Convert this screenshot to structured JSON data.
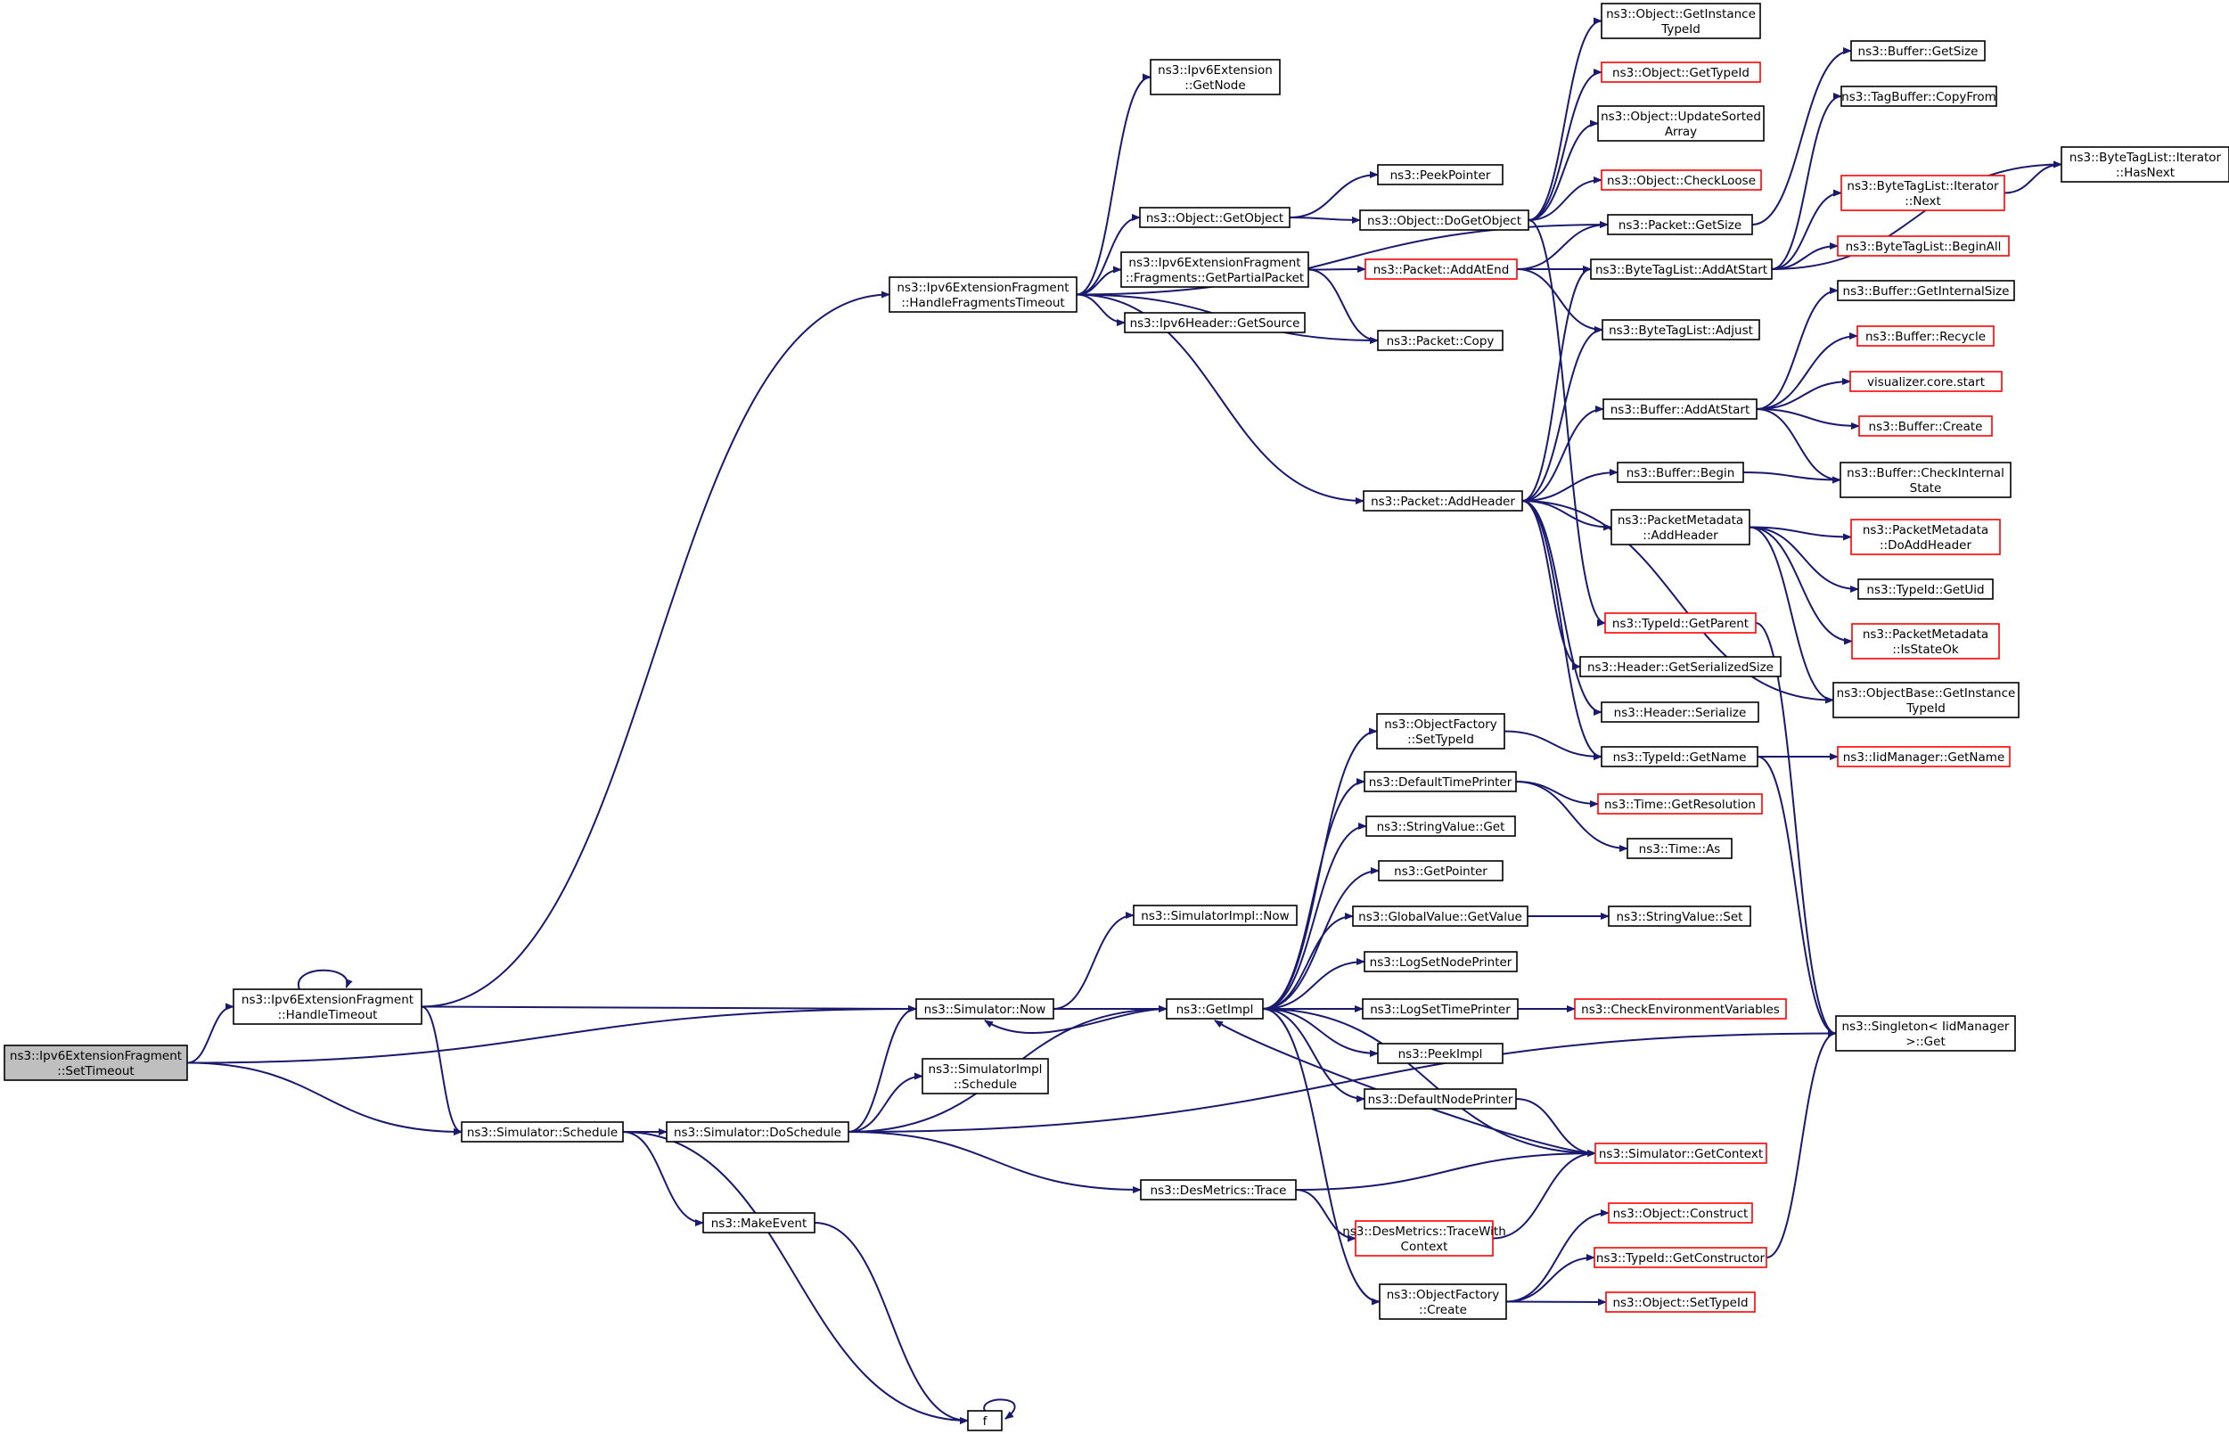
{
  "graph": {
    "nodes": [
      {
        "id": "root",
        "lines": [
          "ns3::Ipv6ExtensionFragment",
          "::SetTimeout"
        ],
        "style": "root"
      },
      {
        "id": "handleTimeout",
        "lines": [
          "ns3::Ipv6ExtensionFragment",
          "::HandleTimeout"
        ],
        "style": "normal"
      },
      {
        "id": "handleFragTimeout",
        "lines": [
          "ns3::Ipv6ExtensionFragment",
          "::HandleFragmentsTimeout"
        ],
        "style": "normal"
      },
      {
        "id": "extGetNode",
        "lines": [
          "ns3::Ipv6Extension",
          "::GetNode"
        ],
        "style": "normal"
      },
      {
        "id": "objGetObject",
        "lines": [
          "ns3::Object::GetObject"
        ],
        "style": "normal"
      },
      {
        "id": "peekPointer",
        "lines": [
          "ns3::PeekPointer"
        ],
        "style": "normal"
      },
      {
        "id": "doGetObject",
        "lines": [
          "ns3::Object::DoGetObject"
        ],
        "style": "normal"
      },
      {
        "id": "getInstanceTypeId",
        "lines": [
          "ns3::Object::GetInstance",
          "TypeId"
        ],
        "style": "normal"
      },
      {
        "id": "objGetTypeId",
        "lines": [
          "ns3::Object::GetTypeId"
        ],
        "style": "red"
      },
      {
        "id": "updateSorted",
        "lines": [
          "ns3::Object::UpdateSorted",
          "Array"
        ],
        "style": "normal"
      },
      {
        "id": "checkLoose",
        "lines": [
          "ns3::Object::CheckLoose"
        ],
        "style": "red"
      },
      {
        "id": "pktGetSize",
        "lines": [
          "ns3::Packet::GetSize"
        ],
        "style": "normal"
      },
      {
        "id": "bufGetSize",
        "lines": [
          "ns3::Buffer::GetSize"
        ],
        "style": "normal"
      },
      {
        "id": "tagCopyFrom",
        "lines": [
          "ns3::TagBuffer::CopyFrom"
        ],
        "style": "normal"
      },
      {
        "id": "btlIterHasNext",
        "lines": [
          "ns3::ByteTagList::Iterator",
          "::HasNext"
        ],
        "style": "normal"
      },
      {
        "id": "btlIterNext",
        "lines": [
          "ns3::ByteTagList::Iterator",
          "::Next"
        ],
        "style": "red"
      },
      {
        "id": "btlBeginAll",
        "lines": [
          "ns3::ByteTagList::BeginAll"
        ],
        "style": "red"
      },
      {
        "id": "getPartialPacket",
        "lines": [
          "ns3::Ipv6ExtensionFragment",
          "::Fragments::GetPartialPacket"
        ],
        "style": "normal"
      },
      {
        "id": "pktAddAtEnd",
        "lines": [
          "ns3::Packet::AddAtEnd"
        ],
        "style": "red"
      },
      {
        "id": "btlAddAtStart",
        "lines": [
          "ns3::ByteTagList::AddAtStart"
        ],
        "style": "normal"
      },
      {
        "id": "ipv6GetSource",
        "lines": [
          "ns3::Ipv6Header::GetSource"
        ],
        "style": "normal"
      },
      {
        "id": "pktCopy",
        "lines": [
          "ns3::Packet::Copy"
        ],
        "style": "normal"
      },
      {
        "id": "btlAdjust",
        "lines": [
          "ns3::ByteTagList::Adjust"
        ],
        "style": "normal"
      },
      {
        "id": "bufGetInternalSize",
        "lines": [
          "ns3::Buffer::GetInternalSize"
        ],
        "style": "normal"
      },
      {
        "id": "bufRecycle",
        "lines": [
          "ns3::Buffer::Recycle"
        ],
        "style": "red"
      },
      {
        "id": "vizStart",
        "lines": [
          "visualizer.core.start"
        ],
        "style": "red"
      },
      {
        "id": "bufAddAtStart",
        "lines": [
          "ns3::Buffer::AddAtStart"
        ],
        "style": "normal"
      },
      {
        "id": "bufCreate",
        "lines": [
          "ns3::Buffer::Create"
        ],
        "style": "red"
      },
      {
        "id": "bufBegin",
        "lines": [
          "ns3::Buffer::Begin"
        ],
        "style": "normal"
      },
      {
        "id": "bufCheckInternal",
        "lines": [
          "ns3::Buffer::CheckInternal",
          "State"
        ],
        "style": "normal"
      },
      {
        "id": "pktAddHeader",
        "lines": [
          "ns3::Packet::AddHeader"
        ],
        "style": "normal"
      },
      {
        "id": "pmAddHeader",
        "lines": [
          "ns3::PacketMetadata",
          "::AddHeader"
        ],
        "style": "normal"
      },
      {
        "id": "pmDoAddHeader",
        "lines": [
          "ns3::PacketMetadata",
          "::DoAddHeader"
        ],
        "style": "red"
      },
      {
        "id": "typeIdGetUid",
        "lines": [
          "ns3::TypeId::GetUid"
        ],
        "style": "normal"
      },
      {
        "id": "typeIdGetParent",
        "lines": [
          "ns3::TypeId::GetParent"
        ],
        "style": "red"
      },
      {
        "id": "pmIsStateOk",
        "lines": [
          "ns3::PacketMetadata",
          "::IsStateOk"
        ],
        "style": "red"
      },
      {
        "id": "hdrGetSerSize",
        "lines": [
          "ns3::Header::GetSerializedSize"
        ],
        "style": "normal"
      },
      {
        "id": "objBaseGetInstance",
        "lines": [
          "ns3::ObjectBase::GetInstance",
          "TypeId"
        ],
        "style": "normal"
      },
      {
        "id": "hdrSerialize",
        "lines": [
          "ns3::Header::Serialize"
        ],
        "style": "normal"
      },
      {
        "id": "ofSetTypeId",
        "lines": [
          "ns3::ObjectFactory",
          "::SetTypeId"
        ],
        "style": "normal"
      },
      {
        "id": "typeIdGetName",
        "lines": [
          "ns3::TypeId::GetName"
        ],
        "style": "normal"
      },
      {
        "id": "iidGetName",
        "lines": [
          "ns3::IidManager::GetName"
        ],
        "style": "red"
      },
      {
        "id": "defTimePrinter",
        "lines": [
          "ns3::DefaultTimePrinter"
        ],
        "style": "normal"
      },
      {
        "id": "timeGetRes",
        "lines": [
          "ns3::Time::GetResolution"
        ],
        "style": "red"
      },
      {
        "id": "strValGet",
        "lines": [
          "ns3::StringValue::Get"
        ],
        "style": "normal"
      },
      {
        "id": "timeAs",
        "lines": [
          "ns3::Time::As"
        ],
        "style": "normal"
      },
      {
        "id": "getPointer",
        "lines": [
          "ns3::GetPointer"
        ],
        "style": "normal"
      },
      {
        "id": "gvGetValue",
        "lines": [
          "ns3::GlobalValue::GetValue"
        ],
        "style": "normal"
      },
      {
        "id": "strValSet",
        "lines": [
          "ns3::StringValue::Set"
        ],
        "style": "normal"
      },
      {
        "id": "simImplNow",
        "lines": [
          "ns3::SimulatorImpl::Now"
        ],
        "style": "normal"
      },
      {
        "id": "logSetNodePrinter",
        "lines": [
          "ns3::LogSetNodePrinter"
        ],
        "style": "normal"
      },
      {
        "id": "simNow",
        "lines": [
          "ns3::Simulator::Now"
        ],
        "style": "normal"
      },
      {
        "id": "getImpl",
        "lines": [
          "ns3::GetImpl"
        ],
        "style": "normal"
      },
      {
        "id": "logSetTimePrinter",
        "lines": [
          "ns3::LogSetTimePrinter"
        ],
        "style": "normal"
      },
      {
        "id": "checkEnvVars",
        "lines": [
          "ns3::CheckEnvironmentVariables"
        ],
        "style": "red"
      },
      {
        "id": "singletonGet",
        "lines": [
          "ns3::Singleton< IidManager",
          ">::Get"
        ],
        "style": "normal"
      },
      {
        "id": "peekImpl",
        "lines": [
          "ns3::PeekImpl"
        ],
        "style": "normal"
      },
      {
        "id": "simImplSchedule",
        "lines": [
          "ns3::SimulatorImpl",
          "::Schedule"
        ],
        "style": "normal"
      },
      {
        "id": "defNodePrinter",
        "lines": [
          "ns3::DefaultNodePrinter"
        ],
        "style": "normal"
      },
      {
        "id": "simSchedule",
        "lines": [
          "ns3::Simulator::Schedule"
        ],
        "style": "normal"
      },
      {
        "id": "simDoSchedule",
        "lines": [
          "ns3::Simulator::DoSchedule"
        ],
        "style": "normal"
      },
      {
        "id": "simGetContext",
        "lines": [
          "ns3::Simulator::GetContext"
        ],
        "style": "red"
      },
      {
        "id": "desTrace",
        "lines": [
          "ns3::DesMetrics::Trace"
        ],
        "style": "normal"
      },
      {
        "id": "objConstruct",
        "lines": [
          "ns3::Object::Construct"
        ],
        "style": "red"
      },
      {
        "id": "makeEvent",
        "lines": [
          "ns3::MakeEvent"
        ],
        "style": "normal"
      },
      {
        "id": "desTraceWithCtx",
        "lines": [
          "ns3::DesMetrics::TraceWith",
          "Context"
        ],
        "style": "red"
      },
      {
        "id": "typeIdGetCtor",
        "lines": [
          "ns3::TypeId::GetConstructor"
        ],
        "style": "red"
      },
      {
        "id": "ofCreate",
        "lines": [
          "ns3::ObjectFactory",
          "::Create"
        ],
        "style": "normal"
      },
      {
        "id": "objSetTypeId",
        "lines": [
          "ns3::Object::SetTypeId"
        ],
        "style": "red"
      },
      {
        "id": "f",
        "lines": [
          "f"
        ],
        "style": "normal"
      }
    ],
    "edges": [
      [
        "root",
        "handleTimeout"
      ],
      [
        "root",
        "simNow"
      ],
      [
        "root",
        "simSchedule"
      ],
      [
        "handleTimeout",
        "handleTimeout"
      ],
      [
        "handleTimeout",
        "handleFragTimeout"
      ],
      [
        "handleTimeout",
        "simNow"
      ],
      [
        "handleTimeout",
        "simSchedule"
      ],
      [
        "handleFragTimeout",
        "extGetNode"
      ],
      [
        "handleFragTimeout",
        "objGetObject"
      ],
      [
        "handleFragTimeout",
        "getPartialPacket"
      ],
      [
        "handleFragTimeout",
        "ipv6GetSource"
      ],
      [
        "handleFragTimeout",
        "pktCopy"
      ],
      [
        "handleFragTimeout",
        "pktGetSize"
      ],
      [
        "handleFragTimeout",
        "pktAddHeader"
      ],
      [
        "objGetObject",
        "peekPointer"
      ],
      [
        "objGetObject",
        "doGetObject"
      ],
      [
        "doGetObject",
        "getInstanceTypeId"
      ],
      [
        "doGetObject",
        "objGetTypeId"
      ],
      [
        "doGetObject",
        "updateSorted"
      ],
      [
        "doGetObject",
        "checkLoose"
      ],
      [
        "doGetObject",
        "typeIdGetParent"
      ],
      [
        "getPartialPacket",
        "pktAddAtEnd"
      ],
      [
        "getPartialPacket",
        "pktCopy"
      ],
      [
        "pktAddAtEnd",
        "pktGetSize"
      ],
      [
        "pktAddAtEnd",
        "btlAddAtStart"
      ],
      [
        "pktAddAtEnd",
        "btlAdjust"
      ],
      [
        "pktGetSize",
        "bufGetSize"
      ],
      [
        "btlAddAtStart",
        "tagCopyFrom"
      ],
      [
        "btlAddAtStart",
        "btlIterNext"
      ],
      [
        "btlAddAtStart",
        "btlIterHasNext"
      ],
      [
        "btlAddAtStart",
        "btlBeginAll"
      ],
      [
        "btlIterNext",
        "btlIterHasNext"
      ],
      [
        "pktAddHeader",
        "btlAddAtStart"
      ],
      [
        "pktAddHeader",
        "btlAdjust"
      ],
      [
        "pktAddHeader",
        "bufAddAtStart"
      ],
      [
        "pktAddHeader",
        "bufBegin"
      ],
      [
        "pktAddHeader",
        "pmAddHeader"
      ],
      [
        "pktAddHeader",
        "hdrGetSerSize"
      ],
      [
        "pktAddHeader",
        "hdrSerialize"
      ],
      [
        "pktAddHeader",
        "typeIdGetName"
      ],
      [
        "pktAddHeader",
        "objBaseGetInstance"
      ],
      [
        "bufAddAtStart",
        "bufGetInternalSize"
      ],
      [
        "bufAddAtStart",
        "bufRecycle"
      ],
      [
        "bufAddAtStart",
        "vizStart"
      ],
      [
        "bufAddAtStart",
        "bufCreate"
      ],
      [
        "bufAddAtStart",
        "bufCheckInternal"
      ],
      [
        "bufBegin",
        "bufCheckInternal"
      ],
      [
        "pmAddHeader",
        "pmDoAddHeader"
      ],
      [
        "pmAddHeader",
        "typeIdGetUid"
      ],
      [
        "pmAddHeader",
        "pmIsStateOk"
      ],
      [
        "pmAddHeader",
        "objBaseGetInstance"
      ],
      [
        "typeIdGetParent",
        "singletonGet"
      ],
      [
        "ofSetTypeId",
        "typeIdGetName"
      ],
      [
        "typeIdGetName",
        "iidGetName"
      ],
      [
        "typeIdGetName",
        "singletonGet"
      ],
      [
        "defTimePrinter",
        "timeGetRes"
      ],
      [
        "defTimePrinter",
        "timeAs"
      ],
      [
        "gvGetValue",
        "strValSet"
      ],
      [
        "logSetTimePrinter",
        "checkEnvVars"
      ],
      [
        "simNow",
        "simImplNow"
      ],
      [
        "simNow",
        "getImpl"
      ],
      [
        "getImpl",
        "ofSetTypeId"
      ],
      [
        "getImpl",
        "defTimePrinter"
      ],
      [
        "getImpl",
        "strValGet"
      ],
      [
        "getImpl",
        "getPointer"
      ],
      [
        "getImpl",
        "gvGetValue"
      ],
      [
        "getImpl",
        "logSetNodePrinter"
      ],
      [
        "getImpl",
        "logSetTimePrinter"
      ],
      [
        "getImpl",
        "peekImpl"
      ],
      [
        "getImpl",
        "defNodePrinter"
      ],
      [
        "getImpl",
        "simGetContext"
      ],
      [
        "getImpl",
        "ofCreate"
      ],
      [
        "getImpl",
        "simNow"
      ],
      [
        "defNodePrinter",
        "simGetContext"
      ],
      [
        "simGetContext",
        "getImpl"
      ],
      [
        "simSchedule",
        "simDoSchedule"
      ],
      [
        "simSchedule",
        "makeEvent"
      ],
      [
        "simSchedule",
        "f"
      ],
      [
        "simDoSchedule",
        "simNow"
      ],
      [
        "simDoSchedule",
        "simImplSchedule"
      ],
      [
        "simDoSchedule",
        "getImpl"
      ],
      [
        "simDoSchedule",
        "desTrace"
      ],
      [
        "simDoSchedule",
        "singletonGet"
      ],
      [
        "desTrace",
        "simGetContext"
      ],
      [
        "desTrace",
        "desTraceWithCtx"
      ],
      [
        "desTraceWithCtx",
        "simGetContext"
      ],
      [
        "ofCreate",
        "objConstruct"
      ],
      [
        "ofCreate",
        "typeIdGetCtor"
      ],
      [
        "ofCreate",
        "objSetTypeId"
      ],
      [
        "typeIdGetCtor",
        "singletonGet"
      ],
      [
        "makeEvent",
        "f"
      ],
      [
        "f",
        "f"
      ]
    ]
  }
}
